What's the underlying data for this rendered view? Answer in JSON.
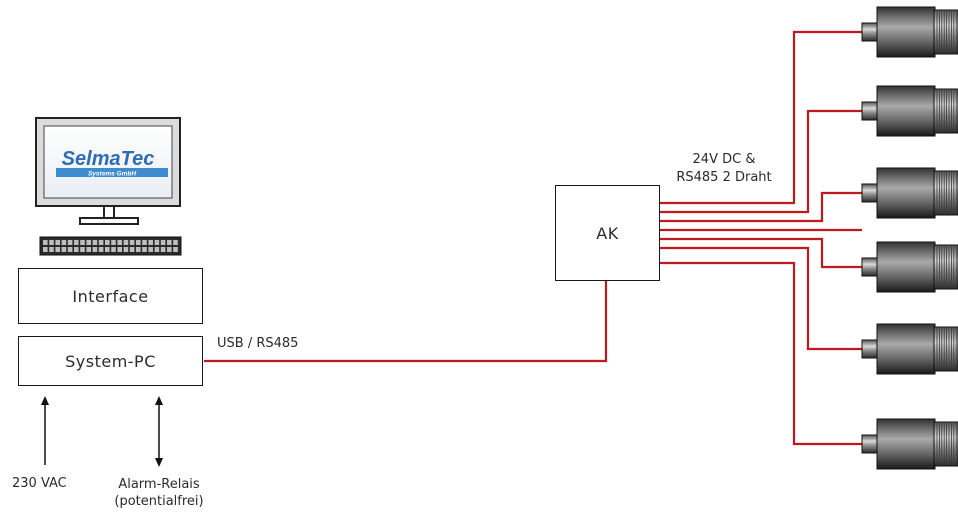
{
  "computer": {
    "logo_text": "SelmaTec",
    "logo_subtext": "Systems GmbH"
  },
  "boxes": {
    "interface": "Interface",
    "system_pc": "System-PC",
    "ak": "AK"
  },
  "labels": {
    "usb": "USB / RS485",
    "power_line1": "24V DC &",
    "power_line2": "RS485 2 Draht",
    "input_230": "230 VAC",
    "alarm_line1": "Alarm-Relais",
    "alarm_line2": "(potentialfrei)"
  },
  "colors": {
    "wire": "#c0181f",
    "box_border": "#1a1a1a",
    "logo_blue": "#2e6db4",
    "logo_bar": "#3f8bd0"
  },
  "sensor_count": 6
}
